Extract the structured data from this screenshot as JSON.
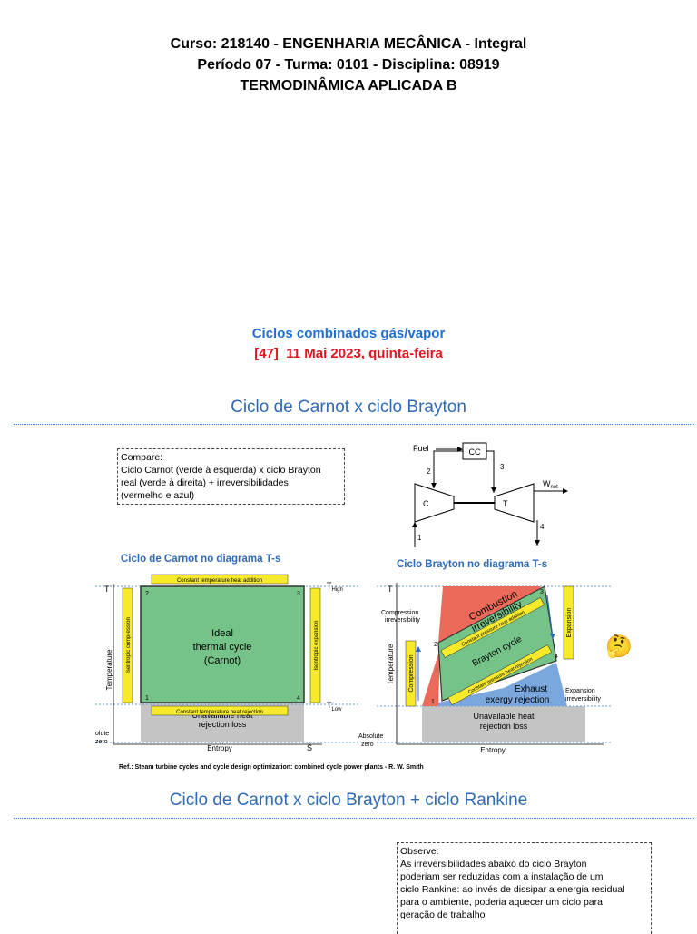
{
  "header": {
    "line1": "Curso: 218140 - ENGENHARIA MECÂNICA - Integral",
    "line2": "Período 07 - Turma: 0101 - Disciplina:  08919",
    "line3": "TERMODINÂMICA APLICADA B"
  },
  "lesson": {
    "topic": "Ciclos combinados gás/vapor",
    "date": "[47]_11 Mai 2023, quinta-feira"
  },
  "section1": {
    "title": "Ciclo de Carnot x ciclo Brayton",
    "note": {
      "line1": "Compare:",
      "line2": "Ciclo Carnot (verde à esquerda) x ciclo Brayton",
      "line3": "real (verde à direita) + irreversibilidades",
      "line4": "(vermelho e azul)"
    },
    "schematic": {
      "fuel": "Fuel",
      "cc": "CC",
      "c": "C",
      "t": "T",
      "wnet": "W",
      "wnet_sub": "net",
      "n1": "1",
      "n2": "2",
      "n3": "3",
      "n4": "4"
    },
    "carnot_caption": "Ciclo de Carnot no diagrama T-s",
    "brayton_caption": "Ciclo Brayton no diagrama T-s",
    "carnot": {
      "top_bar": "Constant temperature heat addition",
      "bottom_bar": "Constant temperature heat rejection",
      "left_bar": "Isentropic compression",
      "right_bar": "Isentropic expansion",
      "center1": "Ideal",
      "center2": "thermal cycle",
      "center3": "(Carnot)",
      "t_axis": "T",
      "y_label": "Temperature",
      "x_label": "Entropy",
      "s_axis": "S",
      "t_high": "T",
      "t_high_sub": "High",
      "t_low": "T",
      "t_low_sub": "Low",
      "loss1": "Unavailable heat",
      "loss2": "rejection loss",
      "abs1": "olute",
      "abs2": "zero",
      "p1": "1",
      "p2": "2",
      "p3": "3",
      "p4": "4"
    },
    "brayton": {
      "t_axis": "T",
      "y_label": "Temperature",
      "x_label": "Entropy",
      "comp_irr1": "Compression",
      "comp_irr2": "irreversibility",
      "comb1": "Combustion",
      "comb2": "irreversibility",
      "p_add": "Constant pressure heat addition",
      "cycle": "Brayton cycle",
      "p_rej": "Constant pressure heat rejection",
      "exhaust1": "Exhaust",
      "exhaust2": "exergy rejection",
      "expansion": "Expansion",
      "compression": "Compression",
      "exp_irr1": "Expansion",
      "exp_irr2": "irreversibility",
      "loss1": "Unavailable heat",
      "loss2": "rejection loss",
      "abs1": "Absolute",
      "abs2": "zero",
      "p1": "1",
      "p2": "2",
      "p3": "3",
      "p4": "4"
    },
    "emoji": "🤔",
    "reference": "Ref.: Steam turbine cycles and cycle design optimization: combined cycle power plants - R. W. Smith"
  },
  "section2": {
    "title": "Ciclo de Carnot x ciclo Brayton + ciclo Rankine",
    "note": {
      "line1": "Observe:",
      "line2": "As irreversibilidades abaixo do ciclo Brayton",
      "line3": "poderiam ser reduzidas com a instalação de um",
      "line4": "ciclo Rankine: ao invés de dissipar a energia residual",
      "line5": "para o ambiente, poderia aquecer um ciclo para",
      "line6": "geração de trabalho"
    }
  },
  "colors": {
    "accent_blue": "#2f6ab6",
    "date_red": "#e0141e",
    "cycle_green": "#76c38a",
    "bar_yellow": "#f6ea2b",
    "irr_red": "#ec6a5a",
    "exhaust_blue": "#7aa8de",
    "loss_grey": "#c4c4c4"
  }
}
